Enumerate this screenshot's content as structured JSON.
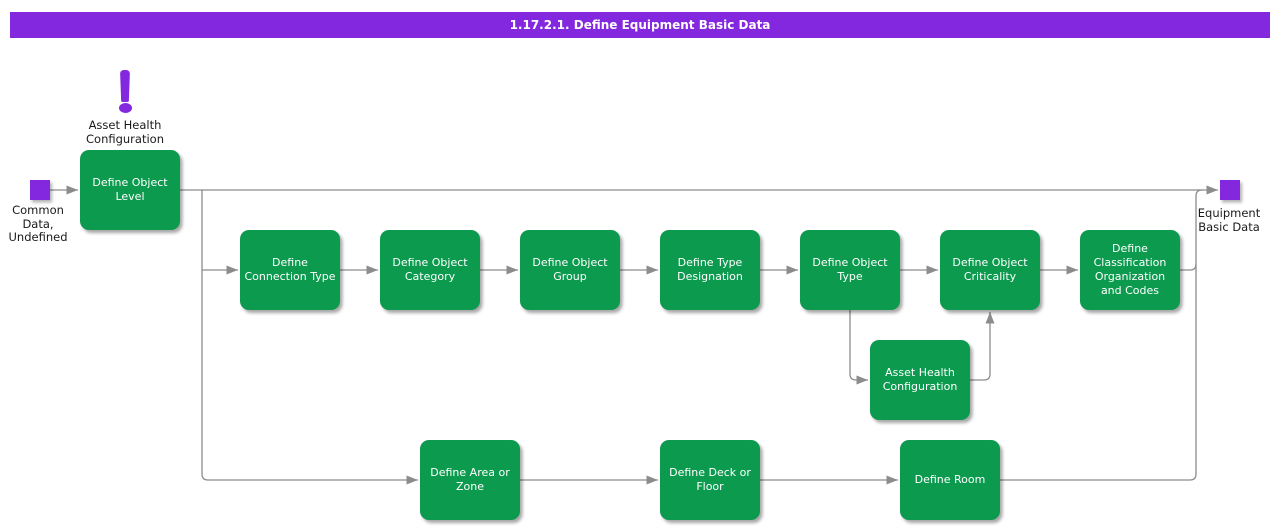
{
  "header": {
    "title": "1.17.2.1. Define Equipment Basic Data"
  },
  "colors": {
    "purple": "#8328DE",
    "green": "#0C9A4E",
    "line": "#8C8C8C",
    "label": "#1A1A1A",
    "bg": "#FFFFFF"
  },
  "annotation": {
    "icon": "exclamation-icon",
    "label": "Asset Health\nConfiguration"
  },
  "start_terminal": {
    "label": "Common\nData,\nUndefined"
  },
  "end_terminal": {
    "label": "Equipment\nBasic Data"
  },
  "nodes": [
    {
      "id": "define-object-level",
      "label": "Define Object\nLevel"
    },
    {
      "id": "define-connection-type",
      "label": "Define\nConnection Type"
    },
    {
      "id": "define-object-category",
      "label": "Define Object\nCategory"
    },
    {
      "id": "define-object-group",
      "label": "Define Object\nGroup"
    },
    {
      "id": "define-type-designation",
      "label": "Define Type\nDesignation"
    },
    {
      "id": "define-object-type",
      "label": "Define Object\nType"
    },
    {
      "id": "define-object-criticality",
      "label": "Define Object\nCriticality"
    },
    {
      "id": "define-classification-organization-and-codes",
      "label": "Define\nClassification\nOrganization\nand Codes"
    },
    {
      "id": "asset-health-configuration",
      "label": "Asset Health\nConfiguration"
    },
    {
      "id": "define-area-or-zone",
      "label": "Define Area or\nZone"
    },
    {
      "id": "define-deck-or-floor",
      "label": "Define Deck or\nFloor"
    },
    {
      "id": "define-room",
      "label": "Define Room"
    }
  ],
  "flows": [
    "common-data-undefined -> define-object-level",
    "define-object-level -> equipment-basic-data",
    "define-object-level -> define-connection-type",
    "define-object-level -> define-area-or-zone",
    "define-connection-type -> define-object-category",
    "define-object-category -> define-object-group",
    "define-object-group -> define-type-designation",
    "define-type-designation -> define-object-type",
    "define-object-type -> define-object-criticality",
    "define-object-type -> asset-health-configuration",
    "asset-health-configuration -> define-object-criticality",
    "define-object-criticality -> define-classification-organization-and-codes",
    "define-classification-organization-and-codes -> equipment-basic-data",
    "define-area-or-zone -> define-deck-or-floor",
    "define-deck-or-floor -> define-room",
    "define-room -> equipment-basic-data"
  ]
}
